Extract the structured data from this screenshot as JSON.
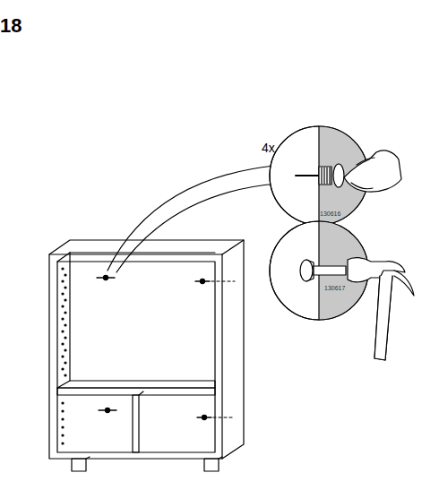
{
  "diagram": {
    "labels": [
      "18",
      "4x",
      "130616",
      "130617"
    ]
  }
}
